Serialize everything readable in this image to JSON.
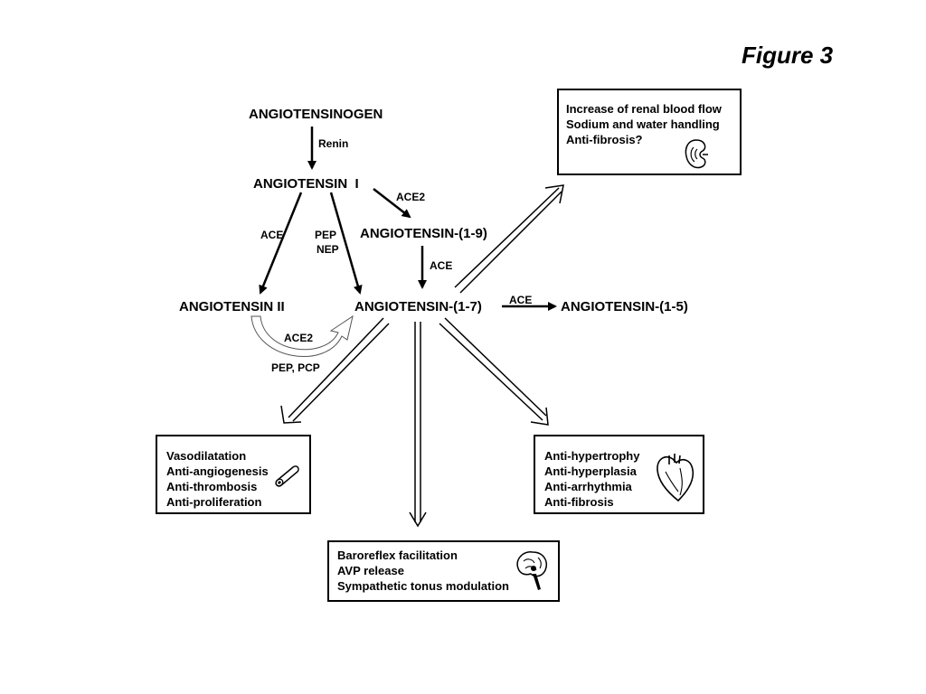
{
  "figure_title": "Figure 3",
  "nodes": {
    "angiotensinogen": "ANGIOTENSINOGEN",
    "angiotensin_1": "ANGIOTENSIN  I",
    "angiotensin_2": "ANGIOTENSIN II",
    "angiotensin_1_9": "ANGIOTENSIN-(1-9)",
    "angiotensin_1_7": "ANGIOTENSIN-(1-7)",
    "angiotensin_1_5": "ANGIOTENSIN-(1-5)"
  },
  "enzymes": {
    "renin": "Renin",
    "ace2_a1_to_a19": "ACE2",
    "ace_a1_to_a2": "ACE",
    "pep": "PEP",
    "nep": "NEP",
    "ace_a19_to_a17": "ACE",
    "ace_a17_to_a15": "ACE",
    "ace2_a2_to_a17": "ACE2",
    "pep_pcp": "PEP, PCP"
  },
  "effect_boxes": {
    "renal": {
      "items": [
        "Increase of renal blood flow",
        "Sodium and water handling",
        "Anti-fibrosis?"
      ],
      "icon": "kidney-icon"
    },
    "vascular": {
      "items": [
        "Vasodilatation",
        "Anti-angiogenesis",
        "Anti-thrombosis",
        "Anti-proliferation"
      ],
      "icon": "blood-vessel-icon"
    },
    "cardiac": {
      "items": [
        "Anti-hypertrophy",
        "Anti-hyperplasia",
        "Anti-arrhythmia",
        "Anti-fibrosis"
      ],
      "icon": "heart-icon"
    },
    "brain": {
      "items": [
        "Baroreflex facilitation",
        "AVP release",
        "Sympathetic tonus modulation"
      ],
      "icon": "brain-icon"
    }
  }
}
